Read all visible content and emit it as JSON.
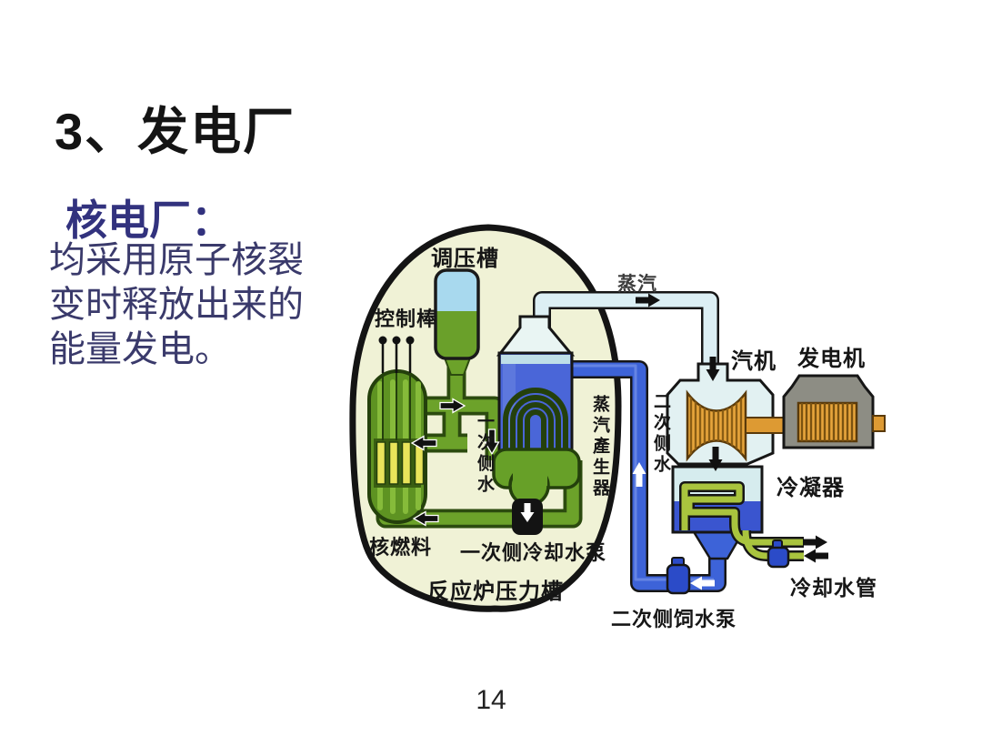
{
  "slide": {
    "title": "3、发电厂",
    "term_heading": "核电厂：",
    "body_lines": [
      "均采用原子核裂",
      "变时释放出来的",
      "能量发电。"
    ],
    "page_number": "14"
  },
  "diagram": {
    "labels": {
      "pressurizer": "调压槽",
      "control_rods": "控制棒",
      "steam": "蒸汽",
      "turbine": "汽机",
      "generator": "发电机",
      "nuclear_fuel": "核燃料",
      "primary_side_water": "一次侧水",
      "steam_generator": "蒸汽產生器",
      "secondary_side_water": "二次侧水",
      "primary_cooling_pump": "一次侧冷却水泵",
      "reactor_pressure_vessel": "反应炉压力槽",
      "secondary_feed_pump": "二次侧饲水泵",
      "condenser": "冷凝器",
      "cooling_water_pipe": "冷却水管"
    },
    "colors": {
      "containment_fill": "#F0F2D6",
      "primary_loop_green": "#6CA22A",
      "reactor_green": "#5E9322",
      "secondary_water_blue": "#3D63D8",
      "steam_generator_blue": "#4A66D8",
      "steam_pipe_light_blue": "#DCEFF4",
      "turbine_orange": "#E8A63C",
      "generator_gray": "#8D8D84",
      "condenser_water_blue": "#3A55CF",
      "cooling_pipe_green": "#A9C43E",
      "fuel_rod_yellow": "#E9E45A",
      "heading_navy": "#32327E",
      "body_navy": "#3A3A6B"
    }
  }
}
